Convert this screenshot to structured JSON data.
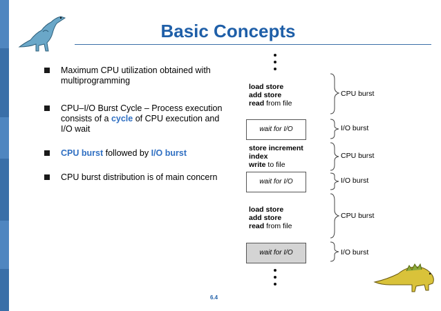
{
  "slide": {
    "title": "Basic Concepts",
    "page_number": "6.4"
  },
  "bullets": [
    {
      "text": "Maximum CPU utilization obtained with multiprogramming"
    },
    {
      "pre": "CPU–I/O Burst Cycle – Process execution consists of a ",
      "hl": "cycle",
      "post": " of CPU execution and I/O wait"
    },
    {
      "hl1": "CPU burst",
      "mid": " followed by ",
      "hl2": "I/O burst"
    },
    {
      "text": "CPU burst distribution is of main concern"
    }
  ],
  "diagram": {
    "block1": {
      "l1": "load store",
      "l2": "add store",
      "l3_b": "read",
      "l3_r": " from file"
    },
    "block2": {
      "l1": "store increment",
      "l2": "index",
      "l3_b": "write",
      "l3_r": " to file"
    },
    "block3": {
      "l1": "load store",
      "l2": "add store",
      "l3_b": "read",
      "l3_r": " from file"
    },
    "wait_label": "wait for I/O",
    "labels": {
      "cpu1": "CPU burst",
      "io1": "I/O burst",
      "cpu2": "CPU burst",
      "io2": "I/O burst",
      "cpu3": "CPU burst",
      "io3": "I/O burst"
    }
  },
  "colors": {
    "accent": "#1f5fa8",
    "highlight": "#2f6fc2",
    "sidebar": "#3a6fa8"
  }
}
